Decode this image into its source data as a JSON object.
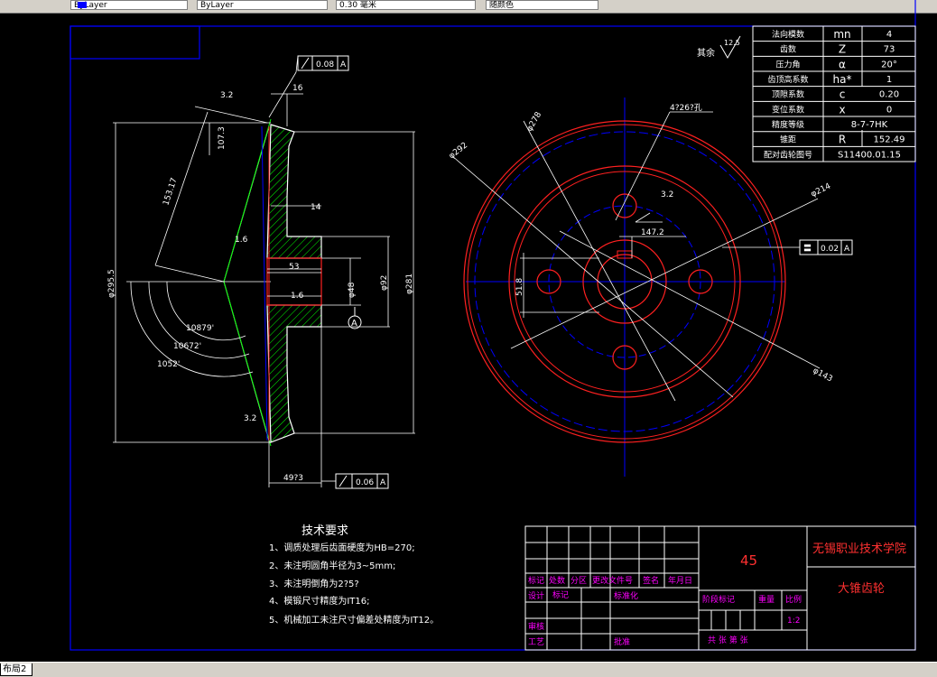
{
  "colors": {
    "background": "#000000",
    "frame": "#0000ff",
    "part_line": "#ffffff",
    "gear_red": "#ff2020",
    "hatch": "#00ff00",
    "title_text_red": "#ff3030",
    "table_text_magenta": "#ff00ff",
    "dimension": "#ffffff"
  },
  "toolbar": {
    "field_1": "ByLayer",
    "field_2": "ByLayer",
    "field_3": "0.30 毫米",
    "field_4": "随颜色"
  },
  "status": {
    "layout_tab": "布局2"
  },
  "surface_note": {
    "label": "其余",
    "roughness": "12.5"
  },
  "gear_params": [
    {
      "name": "法向模数",
      "symbol": "mn",
      "value": "4"
    },
    {
      "name": "齿数",
      "symbol": "Z",
      "value": "73"
    },
    {
      "name": "压力角",
      "symbol": "α",
      "value": "20°"
    },
    {
      "name": "齿顶高系数",
      "symbol": "ha*",
      "value": "1"
    },
    {
      "name": "顶隙系数",
      "symbol": "c",
      "value": "0.20"
    },
    {
      "name": "变位系数",
      "symbol": "x",
      "value": "0"
    },
    {
      "name": "精度等级",
      "symbol": "",
      "value": "8-7-7HK"
    },
    {
      "name": "锥距",
      "symbol": "R",
      "value": "152.49"
    },
    {
      "name": "配对齿轮图号",
      "symbol": "",
      "value": "S11400.01.15"
    }
  ],
  "tech_requirements": {
    "title": "技术要求",
    "items": [
      "1、调质处理后齿面硬度为HB=270;",
      "2、未注明圆角半径为3~5mm;",
      "3、未注明倒角为2?5?",
      "4、模锻尺寸精度为IT16;",
      "5、机械加工未注尺寸偏差处精度为IT12。"
    ]
  },
  "section_dims": {
    "tol_top_value": "0.08",
    "tol_top_ref": "A",
    "tol_bottom_value": "0.06",
    "tol_bottom_ref": "A",
    "roughness_1": "3.2",
    "roughness_2": "1.6",
    "roughness_3": "1.6",
    "roughness_4": "3.2",
    "d_107": "107.3",
    "d_153": "153.17",
    "d_16": "16",
    "d_14": "14",
    "d_53": "53",
    "d_48": "φ48",
    "d_92": "φ92",
    "d_281": "φ281",
    "d_295": "φ295.5",
    "a_1": "10879'",
    "a_2": "10672'",
    "a_3": "1052'",
    "d_49": "49?3",
    "datum": "A"
  },
  "front_dims": {
    "d_292": "φ292",
    "d_278": "φ278",
    "d_holes": "4?26?孔",
    "roughness": "3.2",
    "d_147": "147.2",
    "d_51": "51.8",
    "d_214": "φ214",
    "d_143": "φ143",
    "tol_sym": "〓",
    "tol_value": "0.02",
    "tol_ref": "A"
  },
  "title_block": {
    "school": "无锡职业技术学院",
    "part_name": "大锥齿轮",
    "material": "45",
    "labels": {
      "mark": "标记",
      "count": "处数",
      "zone": "分区",
      "change_doc": "更改文件号",
      "sign": "签名",
      "date": "年月日",
      "design": "设计",
      "design_sign": "标记",
      "standard": "标准化",
      "stage": "阶段标记",
      "weight": "重量",
      "scale_label": "比例",
      "scale": "1:2",
      "review": "审核",
      "process": "工艺",
      "approve": "批准",
      "sheets": "共  张  第  张"
    }
  }
}
